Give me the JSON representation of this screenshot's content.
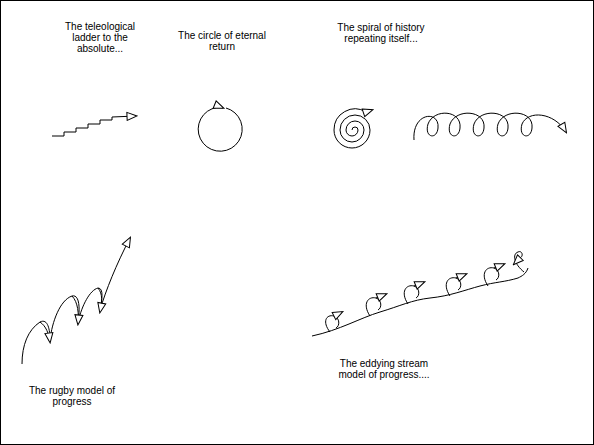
{
  "diagram": {
    "labels": [
      "The teleological ladder to the absolute...",
      "The circle of eternal return",
      "The spiral of history repeating itself...",
      "The rugby model of progress",
      "The eddying stream model of progress...."
    ]
  }
}
